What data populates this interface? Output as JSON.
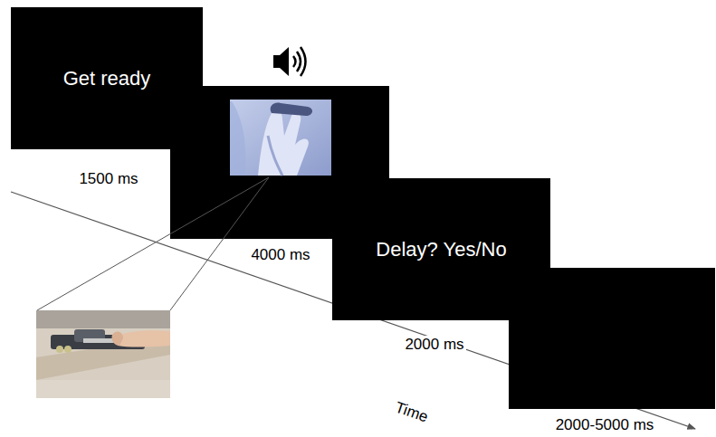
{
  "diagram": {
    "nodes": [
      {
        "text": [
          "Get ready"
        ]
      },
      {
        "text": [
          "Delay? Yes/No"
        ]
      }
    ],
    "labels": [
      "1500 ms",
      "4000 ms",
      "2000 ms",
      "2000-5000 ms",
      "Time"
    ]
  }
}
